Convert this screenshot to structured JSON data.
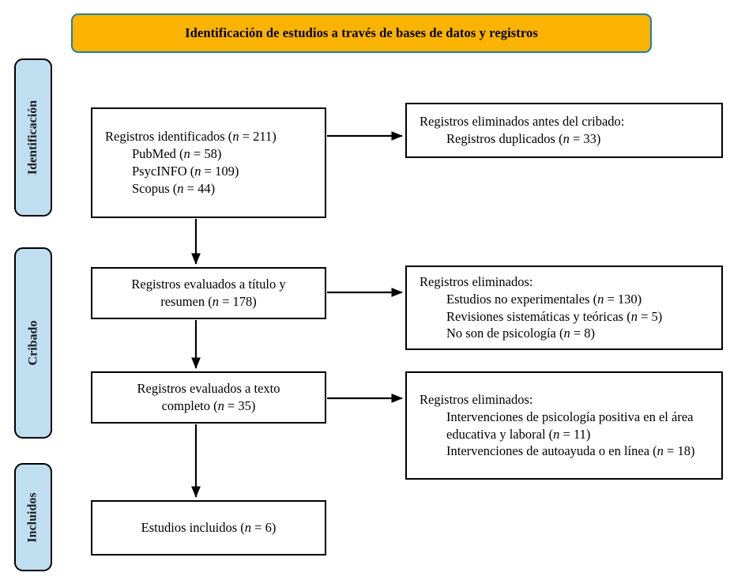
{
  "diagram": {
    "title": "Identificación de estudios a través de bases de datos y registros",
    "type": "prisma-flow-diagram",
    "language": "es",
    "colors": {
      "banner_fill": "#F9B300",
      "banner_border": "#1F7FA8",
      "stage_fill": "#BFDEF0",
      "stage_border": "#000000",
      "box_border": "#000000",
      "box_fill": "#FFFFFF",
      "connector": "#000000"
    }
  },
  "stages": [
    {
      "key": "identificacion",
      "label": "Identificación"
    },
    {
      "key": "cribado",
      "label": "Cribado"
    },
    {
      "key": "incluidos",
      "label": "Incluidos"
    }
  ],
  "boxes": {
    "identified": {
      "name": "registros-identificados",
      "lines": [
        {
          "text": "Registros identificados (n = 211)",
          "indent": false
        },
        {
          "text": "PubMed (n = 58)",
          "indent": true
        },
        {
          "text": "PsycINFO (n = 109)",
          "indent": true
        },
        {
          "text": "Scopus (n = 44)",
          "indent": true
        }
      ],
      "counts": {
        "total": 211,
        "PubMed": 58,
        "PsycINFO": 109,
        "Scopus": 44
      }
    },
    "duplicates_removed": {
      "name": "registros-eliminados-antes-cribado",
      "lines": [
        {
          "text": "Registros eliminados antes del cribado:",
          "indent": false
        },
        {
          "text": "Registros duplicados (n = 33)",
          "indent": true
        }
      ],
      "counts": {
        "duplicados": 33
      }
    },
    "screened": {
      "name": "registros-evaluados-titulo-resumen",
      "lines": [
        {
          "text": "Registros evaluados a título y",
          "indent": false
        },
        {
          "text": "resumen (n = 178)",
          "indent": false
        }
      ],
      "counts": {
        "total": 178
      }
    },
    "screening_excluded": {
      "name": "registros-eliminados-cribado",
      "lines": [
        {
          "text": "Registros eliminados:",
          "indent": false
        },
        {
          "text": "Estudios no experimentales (n = 130)",
          "indent": true
        },
        {
          "text": "Revisiones sistemáticas y teóricas (n = 5)",
          "indent": true
        },
        {
          "text": "No son de psicología (n = 8)",
          "indent": true
        }
      ],
      "counts": {
        "no_experimentales": 130,
        "revisiones": 5,
        "no_psicologia": 8
      }
    },
    "fulltext": {
      "name": "registros-evaluados-texto-completo",
      "lines": [
        {
          "text": "Registros evaluados a texto",
          "indent": false
        },
        {
          "text": "completo (n = 35)",
          "indent": false
        }
      ],
      "counts": {
        "total": 35
      }
    },
    "fulltext_excluded": {
      "name": "registros-eliminados-texto-completo",
      "lines": [
        {
          "text": "Registros eliminados:",
          "indent": false
        },
        {
          "text": "Intervenciones de psicología positiva en el área educativa y laboral (n = 11)",
          "indent": true
        },
        {
          "text": "Intervenciones de autoayuda o en línea (n = 18)",
          "indent": true
        }
      ],
      "counts": {
        "educativa_laboral": 11,
        "autoayuda_linea": 18
      }
    },
    "included": {
      "name": "estudios-incluidos",
      "lines": [
        {
          "text": "Estudios incluidos (n = 6)",
          "indent": false
        }
      ],
      "counts": {
        "total": 6
      }
    }
  },
  "connectors": [
    {
      "name": "identified-to-duplicates",
      "kind": "horizontal-arrow"
    },
    {
      "name": "identified-to-screened",
      "kind": "vertical-arrow"
    },
    {
      "name": "screened-to-screening-excluded",
      "kind": "horizontal-arrow"
    },
    {
      "name": "screened-to-fulltext",
      "kind": "vertical-arrow"
    },
    {
      "name": "fulltext-to-fulltext-excluded",
      "kind": "horizontal-arrow"
    },
    {
      "name": "fulltext-to-included",
      "kind": "vertical-arrow"
    }
  ]
}
